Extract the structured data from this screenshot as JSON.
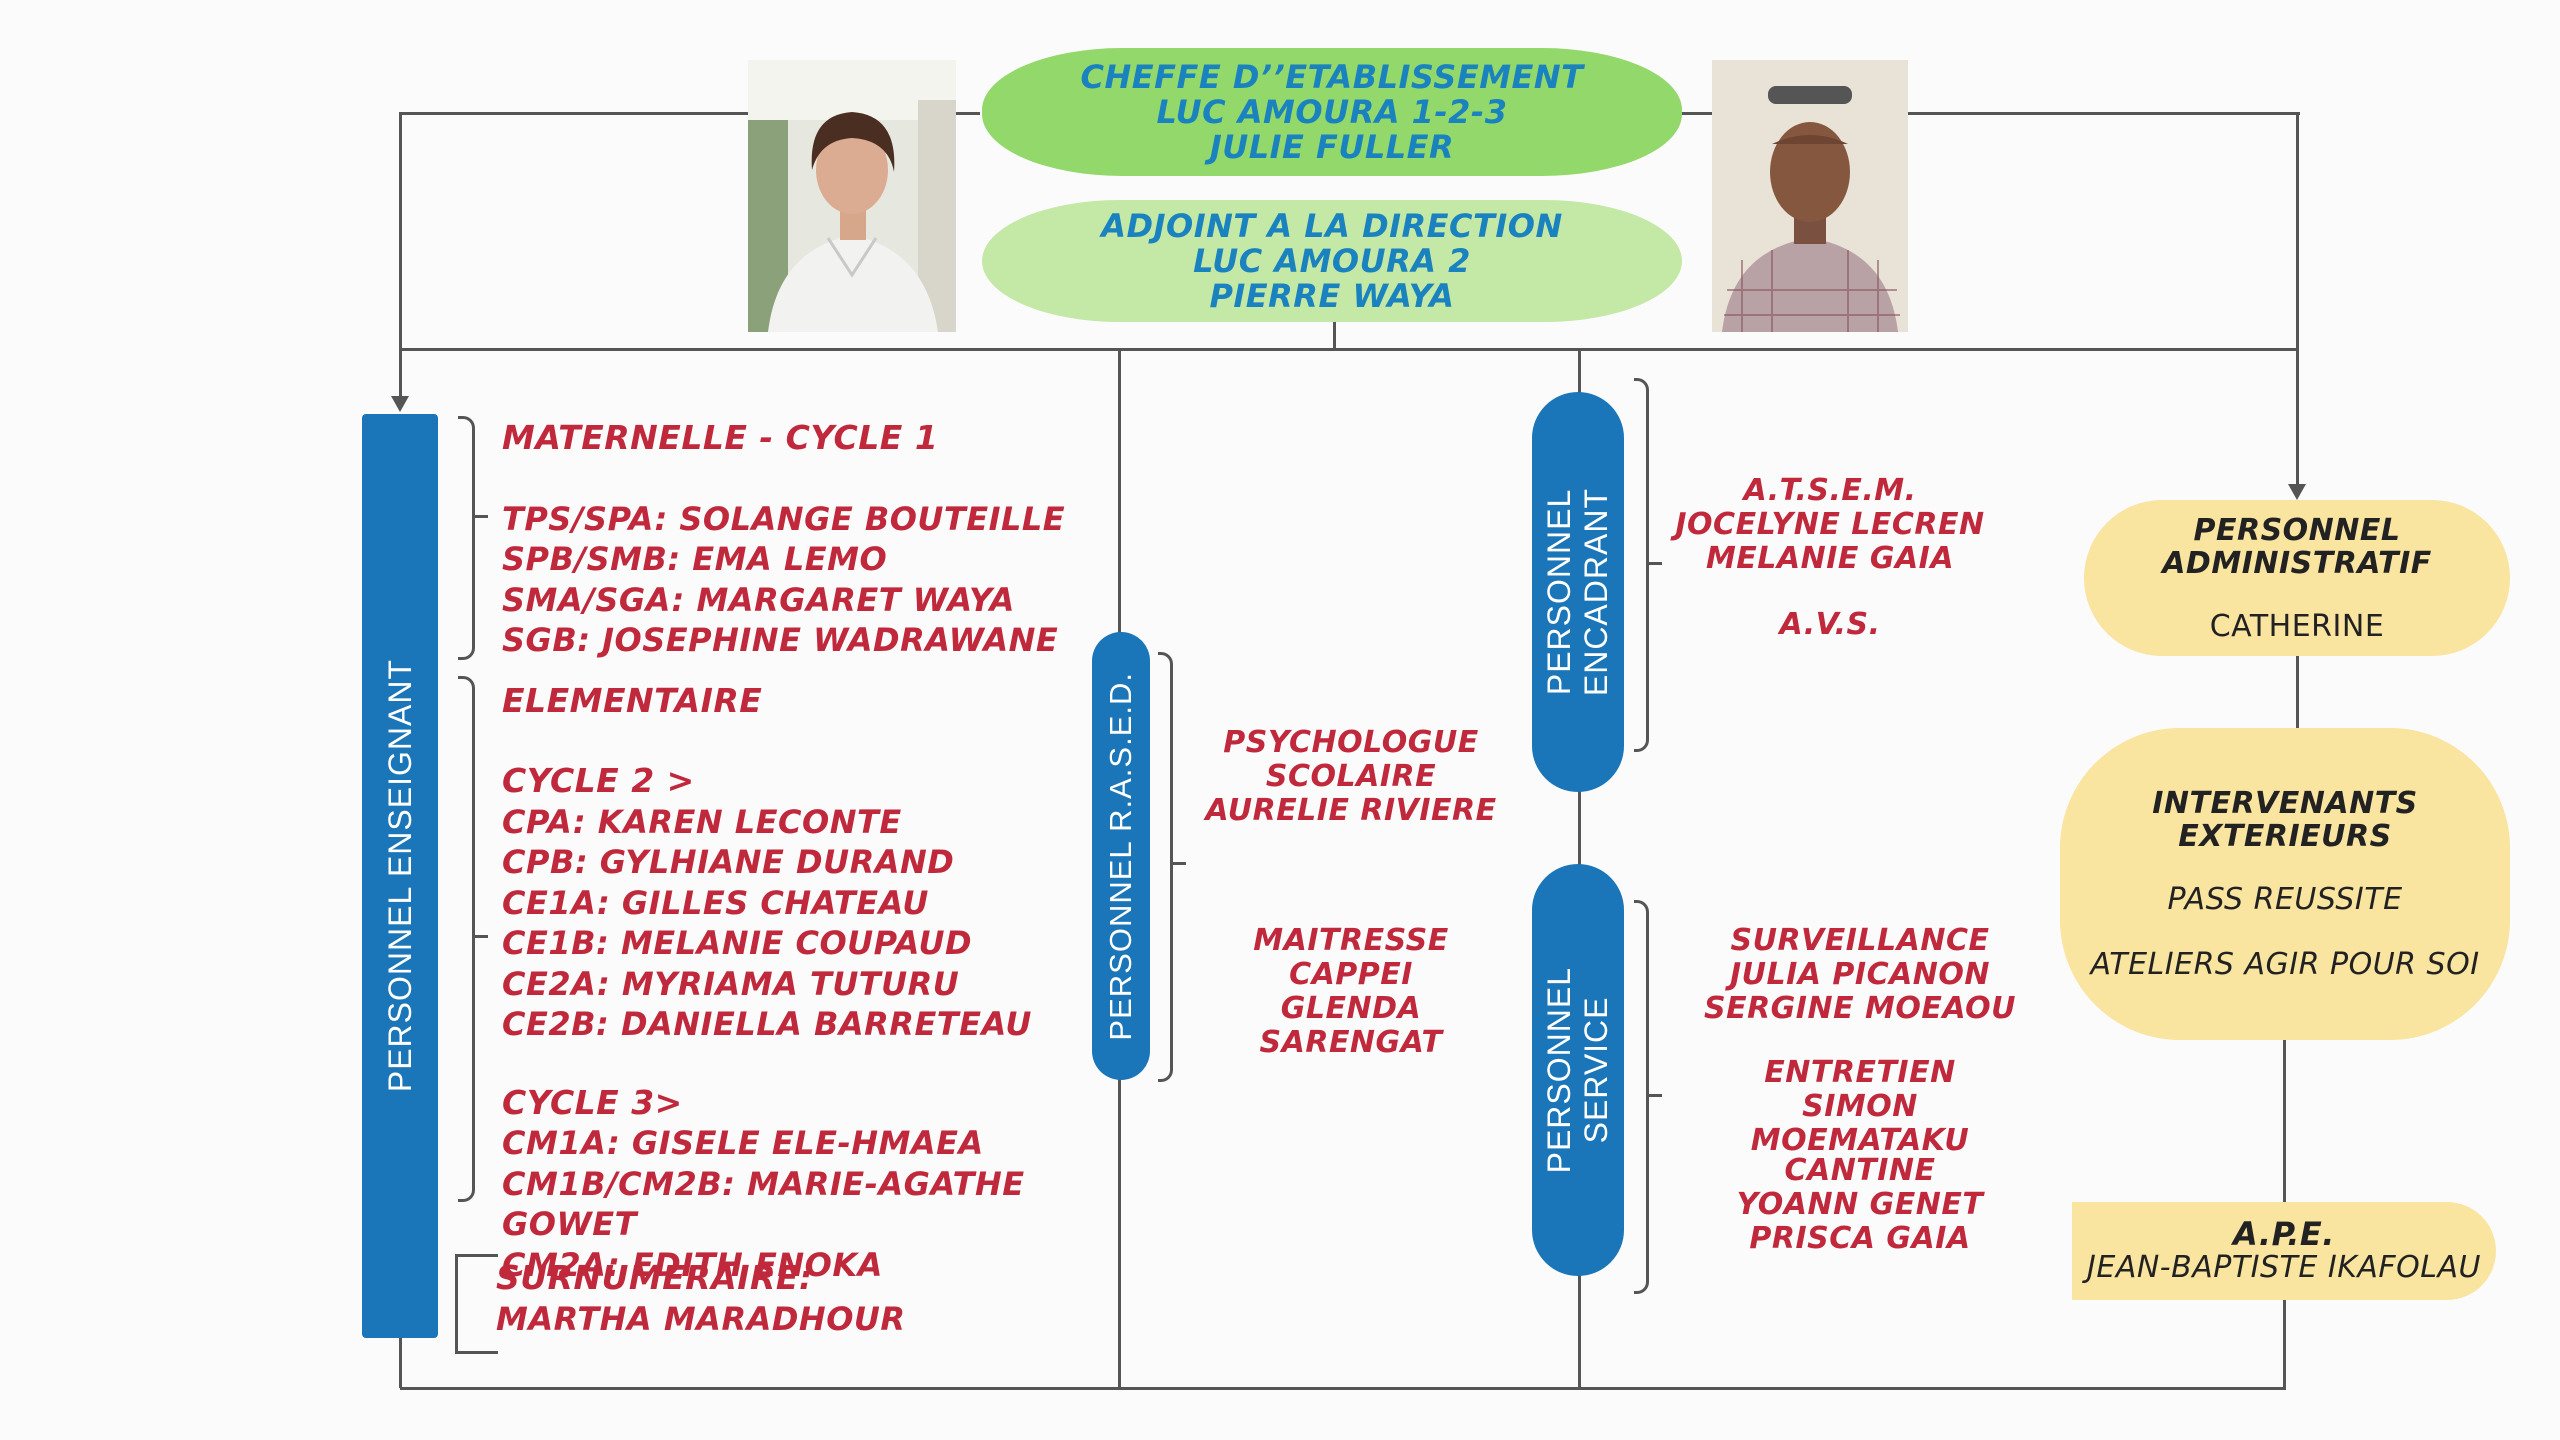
{
  "top": {
    "head": [
      "CHEFFE D’’ETABLISSEMENT",
      "LUC AMOURA 1-2-3",
      "JULIE FULLER"
    ],
    "deputy": [
      "ADJOINT A LA DIRECTION",
      "LUC AMOURA 2",
      "PIERRE WAYA"
    ]
  },
  "enseignant": {
    "label": "PERSONNEL ENSEIGNANT",
    "maternelle_title": "MATERNELLE -  CYCLE 1",
    "maternelle": [
      "TPS/SPA: SOLANGE BOUTEILLE",
      "SPB/SMB: EMA LEMO",
      "SMA/SGA: MARGARET WAYA",
      "SGB: JOSEPHINE WADRAWANE"
    ],
    "elementaire_title": "ELEMENTAIRE",
    "cycle2_title": "CYCLE 2 >",
    "cycle2": [
      "CPA: KAREN LECONTE",
      "CPB: GYLHIANE DURAND",
      "CE1A: GILLES CHATEAU",
      "CE1B: MELANIE COUPAUD",
      "CE2A: MYRIAMA TUTURU",
      "CE2B: DANIELLA BARRETEAU"
    ],
    "cycle3_title": "CYCLE 3>",
    "cycle3": [
      "CM1A: GISELE ELE-HMAEA",
      "CM1B/CM2B: MARIE-AGATHE GOWET",
      "CM2A: EDITH ENOKA"
    ],
    "surnumeraire_title": "SURNUMERAIRE:",
    "surnumeraire": "MARTHA MARADHOUR"
  },
  "rased": {
    "label": "PERSONNEL R.A.S.E.D.",
    "psy": [
      "PSYCHOLOGUE",
      "SCOLAIRE",
      "AURELIE RIVIERE"
    ],
    "cappei": [
      "MAITRESSE CAPPEI",
      "GLENDA SARENGAT"
    ]
  },
  "encadrant": {
    "label": [
      "PERSONNEL",
      "ENCADRANT"
    ],
    "atsem": [
      "A.T.S.E.M.",
      "JOCELYNE LECREN",
      "MELANIE GAIA"
    ],
    "avs": "A.V.S."
  },
  "service": {
    "label": [
      "PERSONNEL",
      "SERVICE"
    ],
    "surveillance": [
      "SURVEILLANCE",
      "JULIA PICANON",
      "SERGINE MOEAOU"
    ],
    "entretien": [
      "ENTRETIEN",
      "SIMON MOEMATAKU"
    ],
    "cantine": [
      "CANTINE",
      "YOANN GENET",
      "PRISCA GAIA"
    ]
  },
  "admin": {
    "title": [
      "PERSONNEL",
      "ADMINISTRATIF"
    ],
    "name": "CATHERINE"
  },
  "intervenants": {
    "title": [
      "INTERVENANTS",
      "EXTERIEURS"
    ],
    "items": [
      "PASS REUSSITE",
      "ATELIERS AGIR POUR SOI"
    ]
  },
  "ape": {
    "title": "A.P.E.",
    "name": "JEAN-BAPTISTE IKAFOLAU"
  },
  "colors": {
    "green": "#93d86a",
    "light_green": "#c4e8a6",
    "blue": "#1a76b8",
    "yellow": "#f9e4a0",
    "red_text": "#c0283c",
    "blue_text": "#1a82be"
  }
}
